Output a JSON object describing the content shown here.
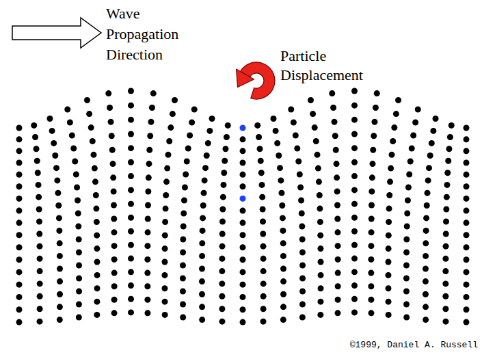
{
  "diagram": {
    "labels": [
      "Wave Propagation Direction",
      "Particle Displacement",
      "©1999, Daniel A. Russell"
    ]
  }
}
